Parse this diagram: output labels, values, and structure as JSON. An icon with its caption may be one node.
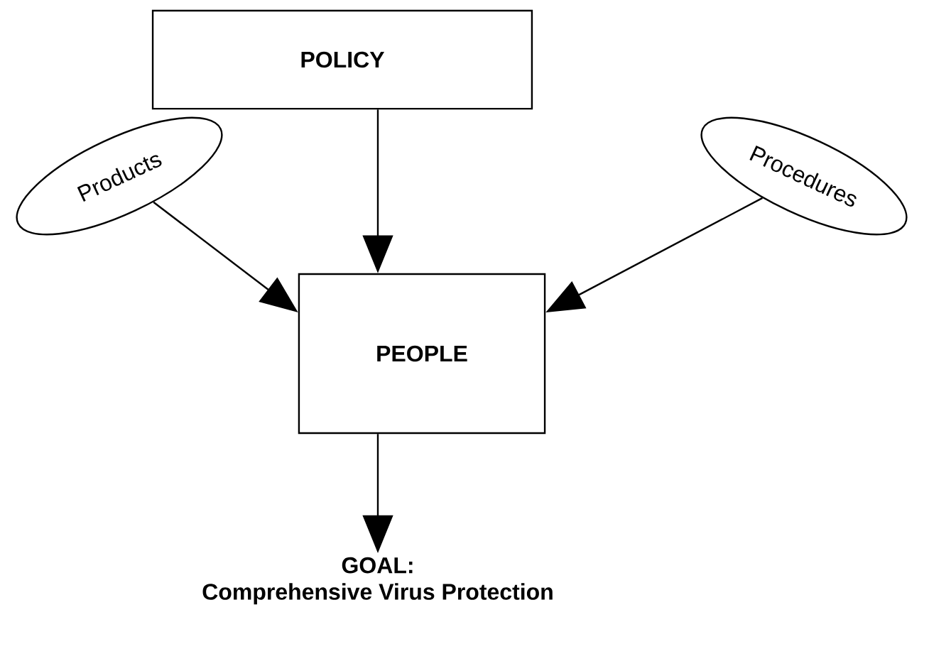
{
  "diagram": {
    "nodes": [
      {
        "text": [
          "POLICY"
        ]
      },
      {
        "text": [
          "PEOPLE"
        ]
      },
      {
        "text": [
          "Products"
        ]
      },
      {
        "text": [
          "Procedures"
        ]
      },
      {
        "text": [
          "GOAL:",
          "Comprehensive Virus Protection"
        ]
      }
    ],
    "edges": [
      {
        "from": 0,
        "to": 1,
        "arrow": "to"
      },
      {
        "from": 2,
        "to": 1,
        "arrow": "to"
      },
      {
        "from": 3,
        "to": 1,
        "arrow": "to"
      },
      {
        "from": 1,
        "to": 4,
        "arrow": "to"
      }
    ]
  }
}
